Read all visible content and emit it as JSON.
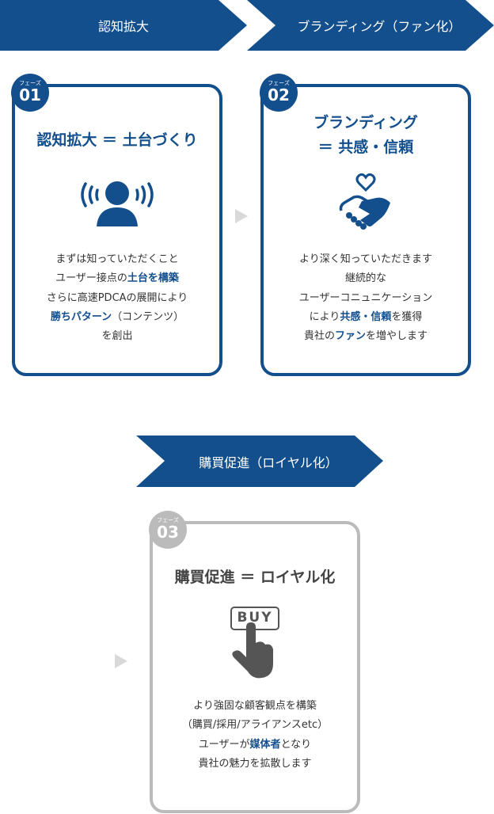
{
  "banners": [
    "認知拡大",
    "ブランディング（ファン化）",
    "購買促進（ロイヤル化）"
  ],
  "colors": {
    "primary": "#134f8c",
    "inactive": "#bbbbbb"
  },
  "cards": [
    {
      "phase_label": "フェーズ",
      "number": "01",
      "title": [
        "認知拡大 ＝ 土台づくり"
      ],
      "icon": "person-broadcast-icon",
      "lines": [
        [
          {
            "t": "まずは知っていただくこと"
          }
        ],
        [
          {
            "t": "ユーザー接点の"
          },
          {
            "t": "土台を構築",
            "b": true
          }
        ],
        [
          {
            "t": "さらに高速PDCAの展開により"
          }
        ],
        [
          {
            "t": "勝ちパターン",
            "b": true
          },
          {
            "t": "（コンテンツ）"
          }
        ],
        [
          {
            "t": "を創出"
          }
        ]
      ]
    },
    {
      "phase_label": "フェーズ",
      "number": "02",
      "title": [
        "ブランディング",
        "＝ 共感・信頼"
      ],
      "icon": "handshake-heart-icon",
      "lines": [
        [
          {
            "t": "より深く知っていただきます"
          }
        ],
        [
          {
            "t": "継続的な"
          }
        ],
        [
          {
            "t": "ユーザーコニュニケーション"
          }
        ],
        [
          {
            "t": "により"
          },
          {
            "t": "共感・信頼",
            "b": true
          },
          {
            "t": "を獲得"
          }
        ],
        [
          {
            "t": "貴社の"
          },
          {
            "t": "ファン",
            "b": true
          },
          {
            "t": "を増やします"
          }
        ]
      ]
    },
    {
      "phase_label": "フェーズ",
      "number": "03",
      "title": [
        "購買促進 ＝ ロイヤル化"
      ],
      "icon": "buy-button-icon",
      "icon_text": "BUY",
      "lines": [
        [
          {
            "t": "より強固な顧客観点を構築"
          }
        ],
        [
          {
            "t": "（購買/採用/アライアンスetc）"
          }
        ],
        [
          {
            "t": "ユーザーが"
          },
          {
            "t": "媒体者",
            "b": true
          },
          {
            "t": "となり"
          }
        ],
        [
          {
            "t": "貴社の魅力を拡散します"
          }
        ]
      ]
    }
  ]
}
